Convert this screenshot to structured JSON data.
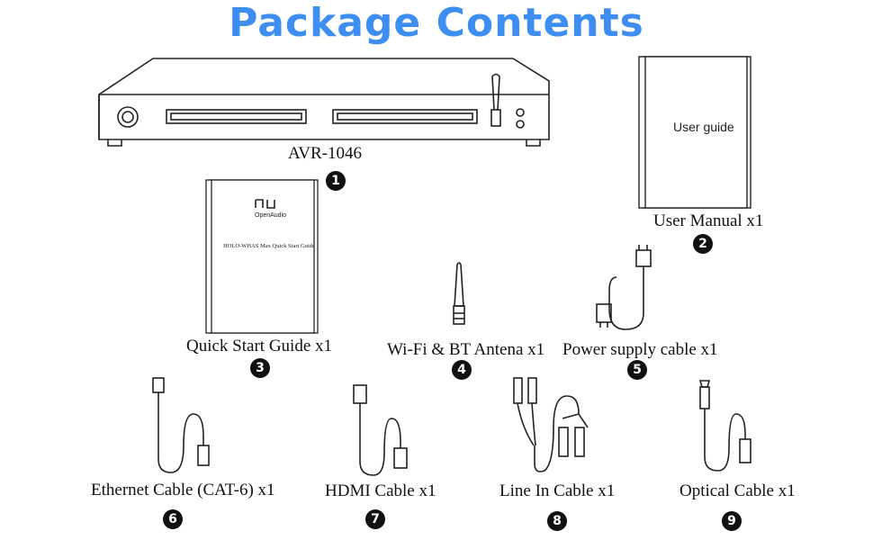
{
  "title": "Package Contents",
  "items": [
    {
      "number": "1",
      "label": "AVR-1046"
    },
    {
      "number": "2",
      "label": "User Manual x1",
      "cover_text": "User guide"
    },
    {
      "number": "3",
      "label": "Quick Start Guide x1",
      "brand": "OpenAudio",
      "cover_title": "HOLO-WHAS Max Quick Start Guide"
    },
    {
      "number": "4",
      "label": "Wi-Fi & BT Antena x1"
    },
    {
      "number": "5",
      "label": "Power supply cable x1"
    },
    {
      "number": "6",
      "label": "Ethernet Cable (CAT-6) x1"
    },
    {
      "number": "7",
      "label": "HDMI Cable x1"
    },
    {
      "number": "8",
      "label": "Line In Cable x1"
    },
    {
      "number": "9",
      "label": "Optical Cable x1"
    }
  ],
  "colors": {
    "title": "#3d8ef0",
    "line_art": "#222222",
    "badge": "#111111"
  }
}
